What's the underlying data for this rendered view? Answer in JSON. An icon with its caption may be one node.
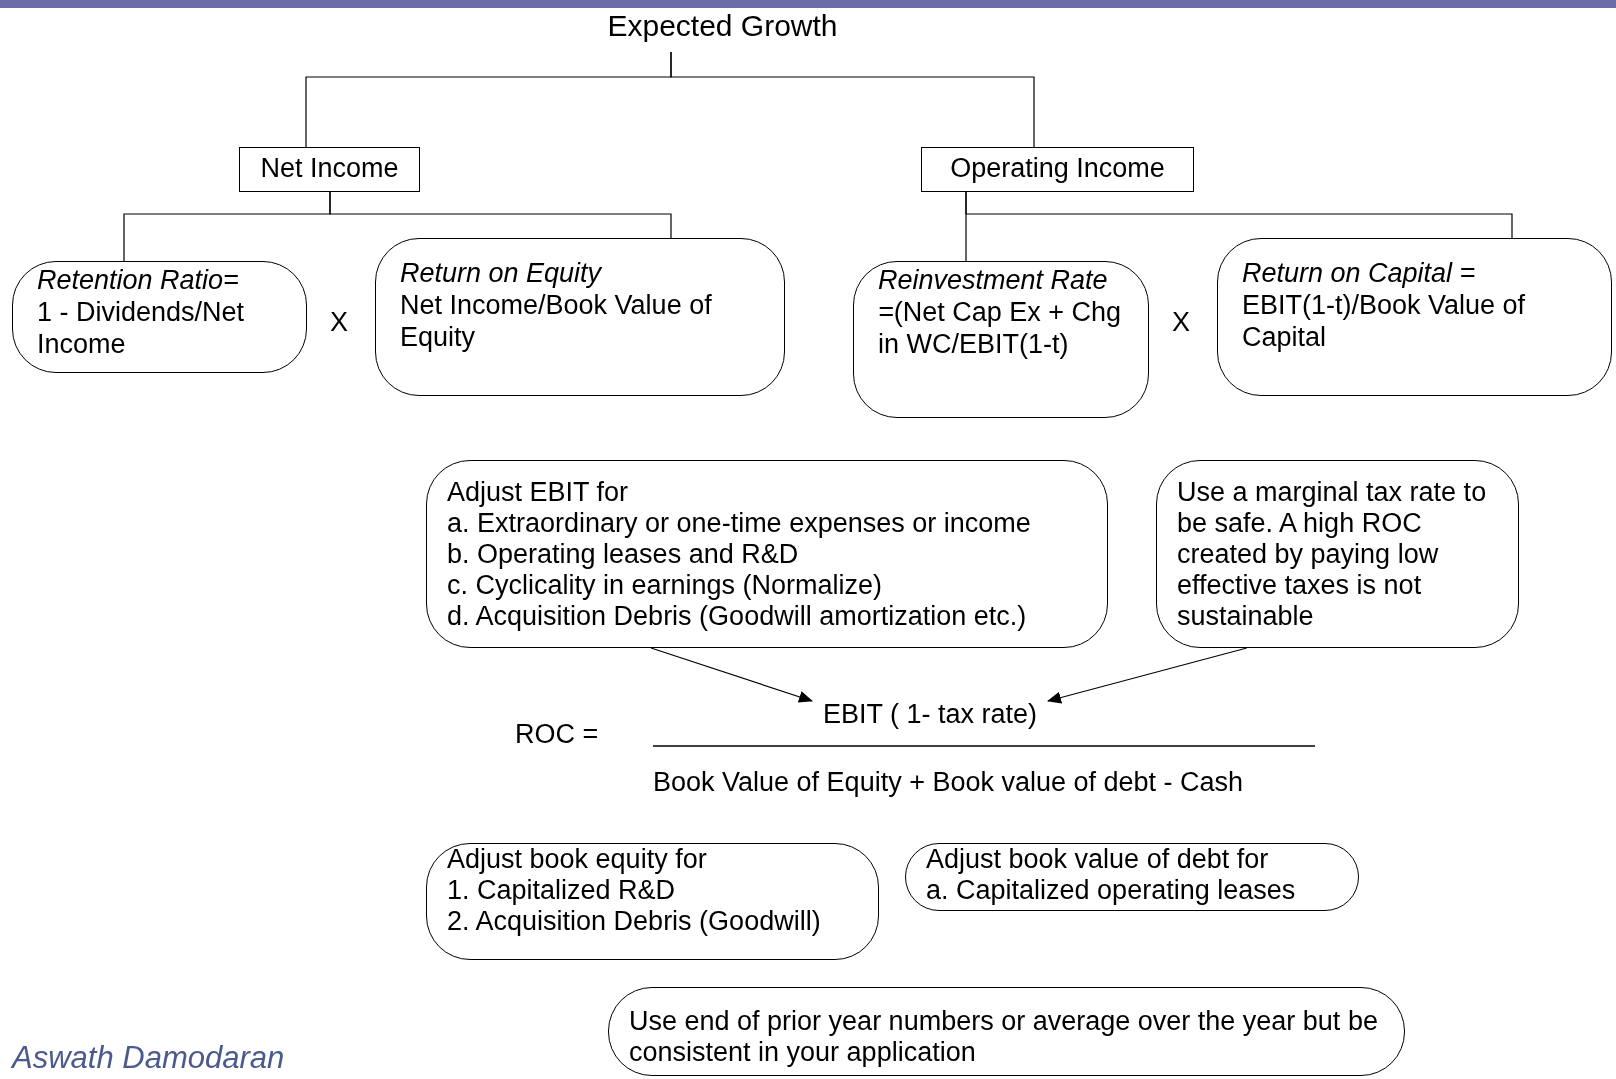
{
  "diagram": {
    "nodes": [
      {
        "text": [
          "Expected Growth"
        ]
      },
      {
        "text": [
          "Net Income"
        ]
      },
      {
        "text": [
          "Operating Income"
        ]
      },
      {
        "text": [
          "Retention Ratio=",
          "1 - Dividends/Net Income"
        ]
      },
      {
        "text": [
          "Return on Equity",
          "Net Income/Book Value of Equity"
        ]
      },
      {
        "text": [
          "*Reinvestment Rate =*(Net Cap Ex + Chg in WC/EBIT(1-t)"
        ]
      },
      {
        "text": [
          "Return on  Capital =",
          "EBIT(1-t)/Book Value of Capital"
        ]
      },
      {
        "text": [
          "Adjust EBIT for",
          "a. Extraordinary or one-time expenses or income",
          "b. Operating leases and R&D",
          "c. Cyclicality in earnings (Normalize)",
          "d. Acquisition Debris (Goodwill amortization etc.)"
        ]
      },
      {
        "text": [
          "Use a marginal tax rate to be safe. A high ROC created by paying low effective taxes is not sustainable"
        ]
      },
      {
        "text": [
          "EBIT ( 1- tax rate)"
        ]
      },
      {
        "text": [
          "Adjust book equity for",
          "1. Capitalized R&D",
          "2. Acquisition Debris (Goodwill)"
        ]
      },
      {
        "text": [
          "Adjust book value of debt for",
          "a. Capitalized operating leases"
        ]
      },
      {
        "text": [
          "Use end of prior year numbers or average over the year but be consistent in your application"
        ]
      }
    ],
    "edges": [
      {
        "from": 0,
        "to": 1,
        "arrow": "none"
      },
      {
        "from": 0,
        "to": 2,
        "arrow": "none"
      },
      {
        "from": 1,
        "to": 3,
        "arrow": "none"
      },
      {
        "from": 1,
        "to": 4,
        "arrow": "none"
      },
      {
        "from": 2,
        "to": 5,
        "arrow": "none"
      },
      {
        "from": 2,
        "to": 6,
        "arrow": "none"
      },
      {
        "from": 7,
        "to": 9,
        "arrow": "to"
      },
      {
        "from": 8,
        "to": 9,
        "arrow": "to"
      }
    ],
    "labels": [
      "X",
      "X",
      "ROC =",
      "Book Value of Equity + Book value of debt - Cash",
      "Aswath Damodaran"
    ]
  }
}
